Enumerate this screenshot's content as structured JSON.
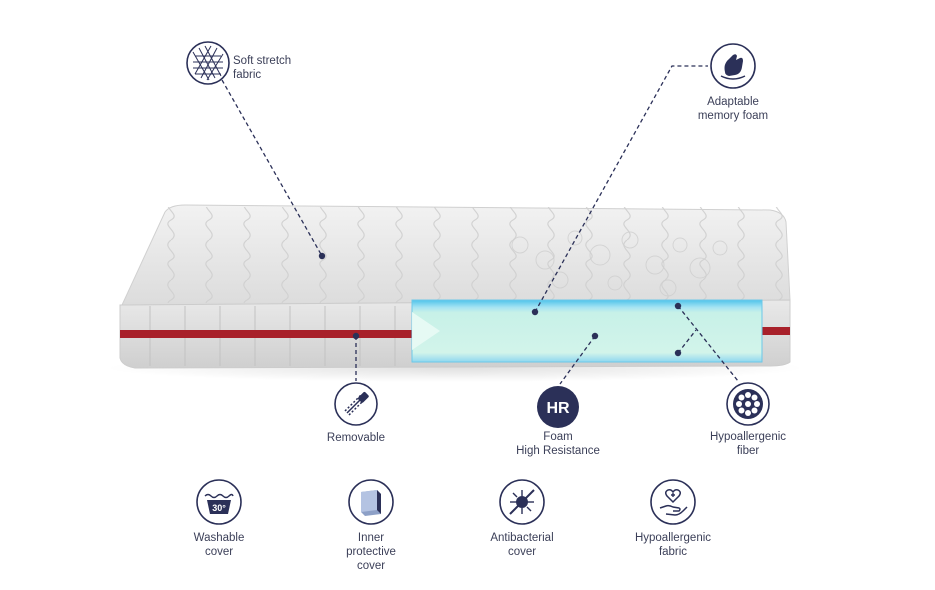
{
  "features": {
    "soft_stretch": {
      "label": "Soft stretch\nfabric",
      "icon": "woven-fabric-icon"
    },
    "memory_foam": {
      "label": "Adaptable\nmemory foam",
      "icon": "hand-press-icon"
    },
    "removable": {
      "label": "Removable",
      "icon": "zipper-icon"
    },
    "hr_foam": {
      "label": "Foam\nHigh Resistance",
      "icon": "hr-badge-icon",
      "badge": "HR"
    },
    "hypo_fiber": {
      "label": "Hypoallergenic\nfiber",
      "icon": "fiber-cross-section-icon"
    }
  },
  "benefits": [
    {
      "label": "Washable\ncover",
      "icon": "wash-30-icon",
      "badge": "30°"
    },
    {
      "label": "Inner\nprotective\ncover",
      "icon": "layer-cover-icon"
    },
    {
      "label": "Antibacterial\ncover",
      "icon": "antibacterial-icon"
    },
    {
      "label": "Hypoallergenic\nfabric",
      "icon": "hand-heart-icon"
    }
  ],
  "colors": {
    "navy": "#2b3058",
    "zipper_red": "#a8202a",
    "foam_cyan": "#7fd6ee",
    "foam_mint": "#c9f1e6",
    "mattress_grey": "#e6e6e6"
  }
}
